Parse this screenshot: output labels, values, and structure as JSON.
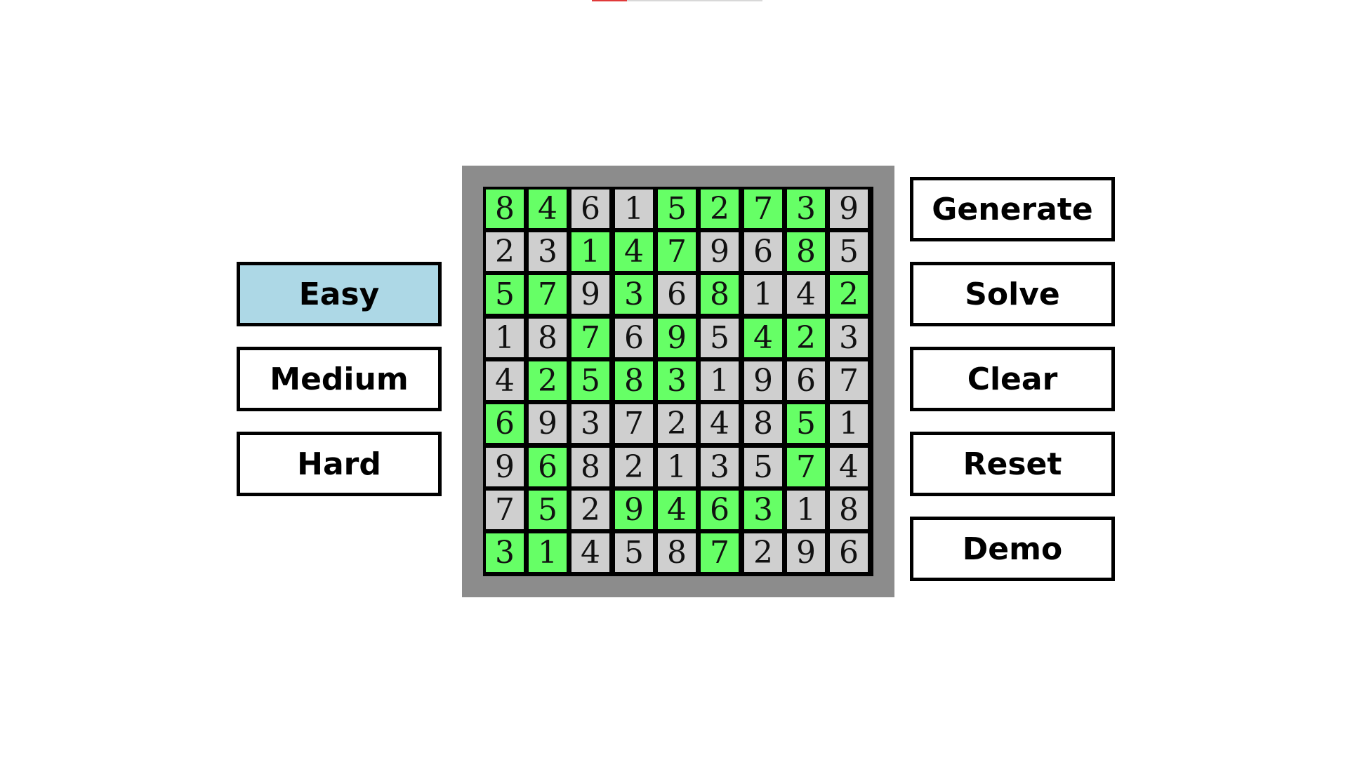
{
  "colors": {
    "background": "#ffffff",
    "board_frame": "#8c8c8c",
    "grid_lines": "#000000",
    "given_cell": "#66ff66",
    "filled_cell": "#cfcfcf",
    "selected_button": "#add8e6",
    "button": "#ffffff",
    "top_mark_accent": "#e03a3a"
  },
  "difficulty": {
    "selected": "easy",
    "buttons": {
      "easy": "Easy",
      "medium": "Medium",
      "hard": "Hard"
    }
  },
  "actions": {
    "generate": "Generate",
    "solve": "Solve",
    "clear": "Clear",
    "reset": "Reset",
    "demo": "Demo"
  },
  "board": {
    "values": [
      [
        8,
        4,
        6,
        1,
        5,
        2,
        7,
        3,
        9
      ],
      [
        2,
        3,
        1,
        4,
        7,
        9,
        6,
        8,
        5
      ],
      [
        5,
        7,
        9,
        3,
        6,
        8,
        1,
        4,
        2
      ],
      [
        1,
        8,
        7,
        6,
        9,
        5,
        4,
        2,
        3
      ],
      [
        4,
        2,
        5,
        8,
        3,
        1,
        9,
        6,
        7
      ],
      [
        6,
        9,
        3,
        7,
        2,
        4,
        8,
        5,
        1
      ],
      [
        9,
        6,
        8,
        2,
        1,
        3,
        5,
        7,
        4
      ],
      [
        7,
        5,
        2,
        9,
        4,
        6,
        3,
        1,
        8
      ],
      [
        3,
        1,
        4,
        5,
        8,
        7,
        2,
        9,
        6
      ]
    ],
    "givens": [
      [
        1,
        1,
        0,
        0,
        1,
        1,
        1,
        1,
        0
      ],
      [
        0,
        0,
        1,
        1,
        1,
        0,
        0,
        1,
        0
      ],
      [
        1,
        1,
        0,
        1,
        0,
        1,
        0,
        0,
        1
      ],
      [
        0,
        0,
        1,
        0,
        1,
        0,
        1,
        1,
        0
      ],
      [
        0,
        1,
        1,
        1,
        1,
        0,
        0,
        0,
        0
      ],
      [
        1,
        0,
        0,
        0,
        0,
        0,
        0,
        1,
        0
      ],
      [
        0,
        1,
        0,
        0,
        0,
        0,
        0,
        1,
        0
      ],
      [
        0,
        1,
        0,
        1,
        1,
        1,
        1,
        0,
        0
      ],
      [
        1,
        1,
        0,
        0,
        0,
        1,
        0,
        0,
        0
      ]
    ]
  }
}
